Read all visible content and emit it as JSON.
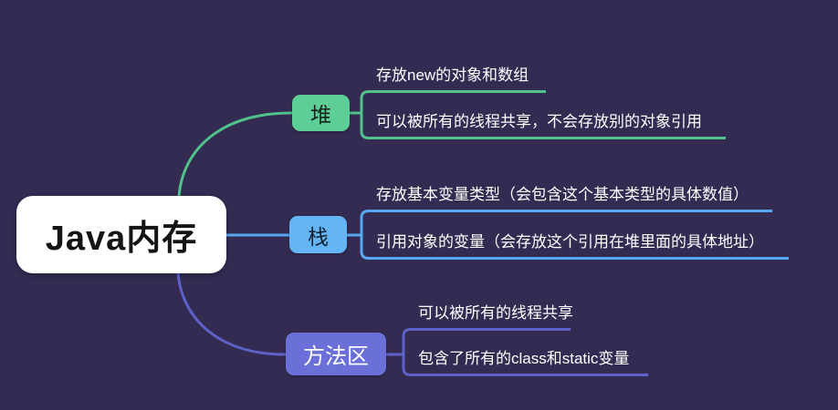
{
  "colors": {
    "background": "#342B52",
    "root_bg": "#FFFFFF",
    "root_text": "#141414",
    "child_text": "#FFFFFF",
    "heap": "#5ECE97",
    "heap_line": "#50C38C",
    "heap_text": "#16231C",
    "stack": "#64B5F6",
    "stack_line": "#56A9F0",
    "stack_text": "#13202C",
    "method_area": "#6B6FD8",
    "method_area_line": "#5D62C9",
    "method_area_text": "#FFFFFF"
  },
  "root": {
    "label": "Java内存"
  },
  "branches": [
    {
      "label": "堆",
      "children": [
        "存放new的对象和数组",
        "可以被所有的线程共享，不会存放别的对象引用"
      ]
    },
    {
      "label": "栈",
      "children": [
        "存放基本变量类型（会包含这个基本类型的具体数值）",
        "引用对象的变量（会存放这个引用在堆里面的具体地址）"
      ]
    },
    {
      "label": "方法区",
      "children": [
        "可以被所有的线程共享",
        "包含了所有的class和static变量"
      ]
    }
  ]
}
